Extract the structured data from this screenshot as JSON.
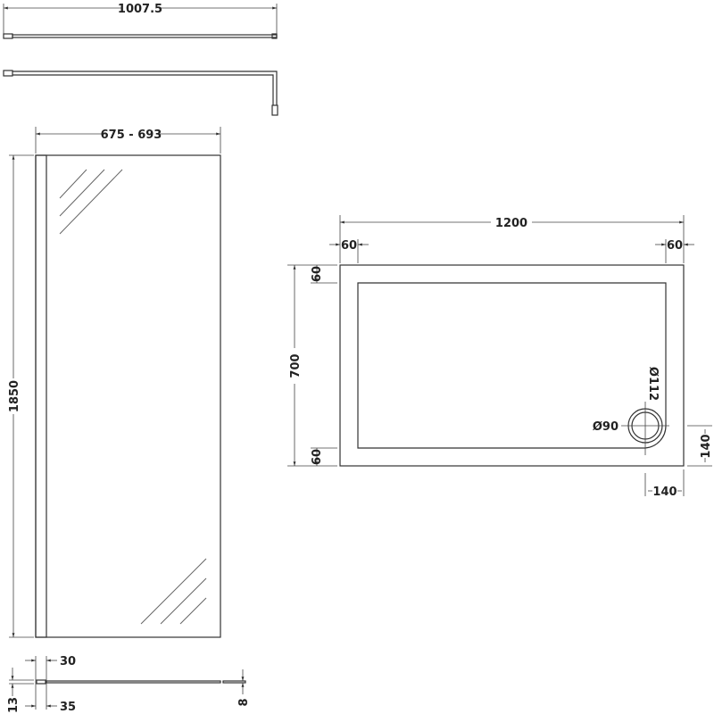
{
  "drawing": {
    "top_view": {
      "width_label": "1007.5"
    },
    "panel": {
      "width_label": "675 - 693",
      "height_label": "1850"
    },
    "profile": {
      "channel_width_label": "30",
      "base_width_label": "35",
      "channel_height_label": "13",
      "glass_thickness_label": "8"
    },
    "tray": {
      "length_label": "1200",
      "left_rim_label": "60",
      "right_rim_label": "60",
      "width_label": "700",
      "top_rim_label": "60",
      "bottom_rim_label": "60",
      "waste_outer_label": "Ø112",
      "waste_inner_label": "Ø90",
      "waste_offset_y_label": "140",
      "waste_offset_x_label": "140"
    }
  }
}
